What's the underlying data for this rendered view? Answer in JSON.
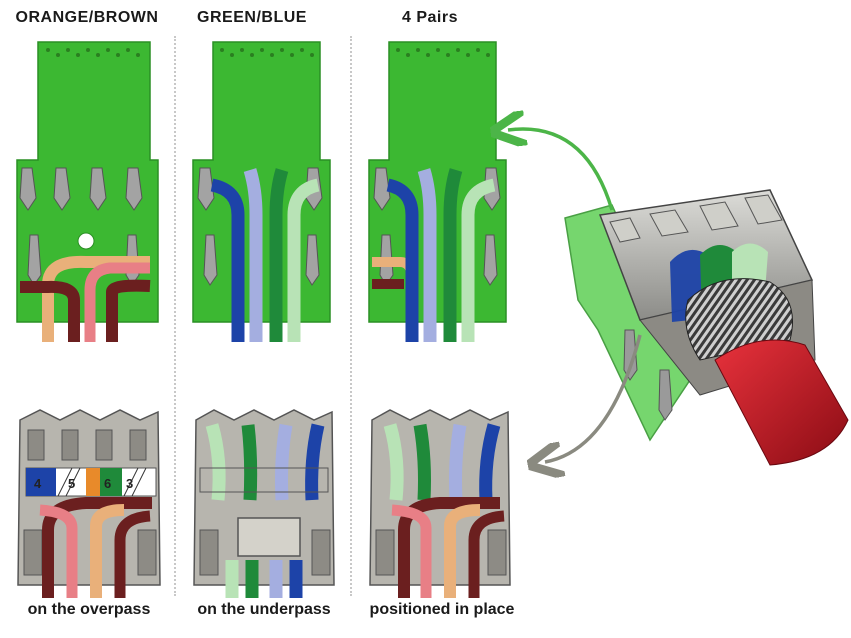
{
  "headers": [
    "ORANGE/BROWN",
    "GREEN/BLUE",
    "4 Pairs"
  ],
  "captions": [
    "on the overpass",
    "on the underpass",
    "positioned in place"
  ],
  "terminal_numbers": [
    "4",
    "5",
    "6",
    "3"
  ],
  "colors": {
    "pcb": "#3cb832",
    "pcb_dark": "#2a8f24",
    "contact": "#9a9a9a",
    "orange": "#e9b07a",
    "brown": "#6b1f1f",
    "pink": "#e87f86",
    "blue": "#1d43a8",
    "light_blue": "#a4aee0",
    "green": "#1f8a3a",
    "light_green": "#b8e3b6",
    "cable": "#cf1f2b",
    "arrow_green": "#4cb548",
    "arrow_gray": "#8a8a80"
  }
}
